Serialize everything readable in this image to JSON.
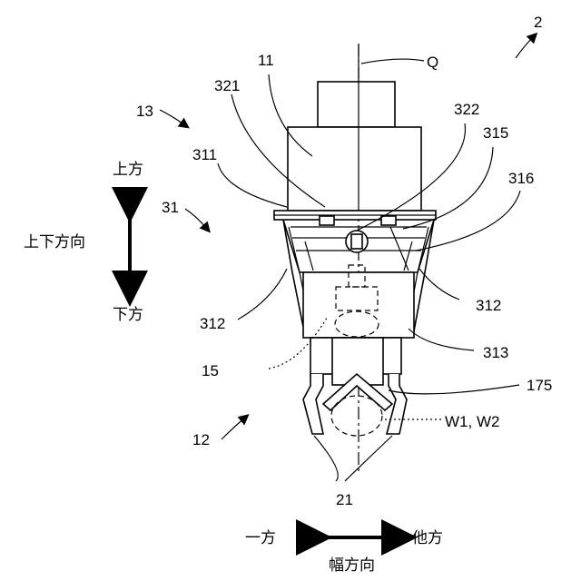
{
  "labels": {
    "fig_ref": "2",
    "q": "Q",
    "n11": "11",
    "n321": "321",
    "n322": "322",
    "n13": "13",
    "n315": "315",
    "n311": "311",
    "n316": "316",
    "n31": "31",
    "n312_right": "312",
    "n312_left": "312",
    "n313": "313",
    "n15": "15",
    "n175": "175",
    "n12": "12",
    "w1w2": "W1, W2",
    "n21": "21"
  },
  "directions": {
    "up": "上方",
    "down": "下方",
    "vertical": "上下方向",
    "one_side": "一方",
    "other_side": "他方",
    "width": "幅方向"
  }
}
